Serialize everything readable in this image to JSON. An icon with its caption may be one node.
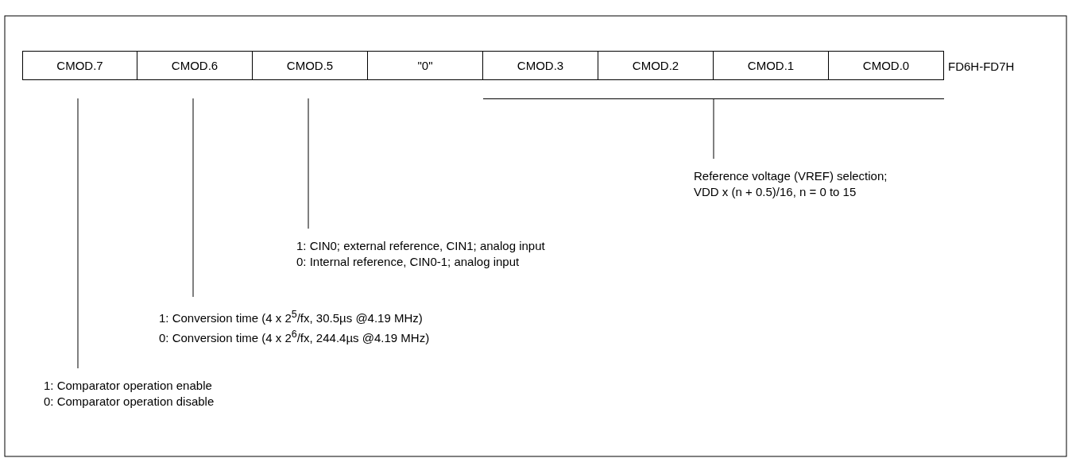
{
  "diagram": {
    "nodes": [
      {
        "text": [
          "CMOD.7"
        ]
      },
      {
        "text": [
          "CMOD.6"
        ]
      },
      {
        "text": [
          "CMOD.5"
        ]
      },
      {
        "text": [
          "\"0\""
        ]
      },
      {
        "text": [
          "CMOD.3"
        ]
      },
      {
        "text": [
          "CMOD.2"
        ]
      },
      {
        "text": [
          "CMOD.1"
        ]
      },
      {
        "text": [
          "CMOD.0"
        ],
        "beside": [
          "FD6H-FD7H"
        ]
      },
      {
        "text": [],
        "shape": "bar"
      },
      {
        "text": [
          "Reference voltage (VREF) selection;",
          "VDD x (n + 0.5)/16, n = 0 to 15"
        ]
      },
      {
        "text": [
          "1: CIN0; external reference, CIN1; analog input",
          "0: Internal reference, CIN0-1; analog input"
        ]
      },
      {
        "text": [
          "1: Conversion time (4 x 2$^{5}$/fx, 30.5µs @4.19 MHz)",
          "0: Conversion time (4 x 2$^{6}$/fx, 244.4µs @4.19 MHz)"
        ]
      },
      {
        "text": [
          "1: Comparator operation enable",
          "0: Comparator operation disable"
        ]
      }
    ],
    "edges": [
      {
        "from": 0,
        "to": 12,
        "arrow": "none"
      },
      {
        "from": 1,
        "to": 11,
        "arrow": "none"
      },
      {
        "from": 2,
        "to": 10,
        "arrow": "none"
      },
      {
        "from": 8,
        "to": 9,
        "arrow": "none"
      }
    ]
  }
}
